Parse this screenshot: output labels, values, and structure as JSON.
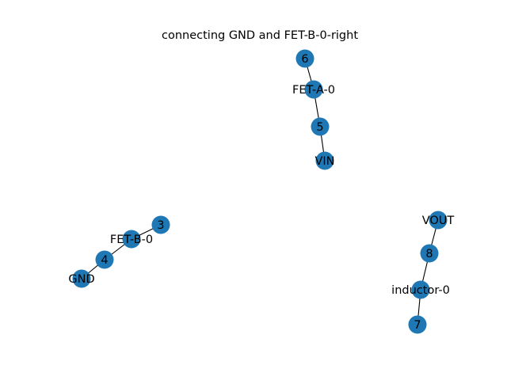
{
  "title": "connecting GND and FET-B-0-right",
  "colors": {
    "node_fill": "#1f77b4",
    "edge": "#000000",
    "label": "#000000",
    "background": "#ffffff"
  },
  "nodes": [
    {
      "id": "6",
      "label": "6"
    },
    {
      "id": "FET-A-0",
      "label": "FET-A-0"
    },
    {
      "id": "5",
      "label": "5"
    },
    {
      "id": "VIN",
      "label": "VIN"
    },
    {
      "id": "3",
      "label": "3"
    },
    {
      "id": "FET-B-0",
      "label": "FET-B-0"
    },
    {
      "id": "4",
      "label": "4"
    },
    {
      "id": "GND",
      "label": "GND"
    },
    {
      "id": "VOUT",
      "label": "VOUT"
    },
    {
      "id": "8",
      "label": "8"
    },
    {
      "id": "inductor-0",
      "label": "inductor-0"
    },
    {
      "id": "7",
      "label": "7"
    }
  ],
  "edges": [
    {
      "source": "6",
      "target": "FET-A-0"
    },
    {
      "source": "FET-A-0",
      "target": "5"
    },
    {
      "source": "5",
      "target": "VIN"
    },
    {
      "source": "3",
      "target": "FET-B-0"
    },
    {
      "source": "FET-B-0",
      "target": "4"
    },
    {
      "source": "4",
      "target": "GND"
    },
    {
      "source": "VOUT",
      "target": "8"
    },
    {
      "source": "8",
      "target": "inductor-0"
    },
    {
      "source": "inductor-0",
      "target": "7"
    }
  ]
}
